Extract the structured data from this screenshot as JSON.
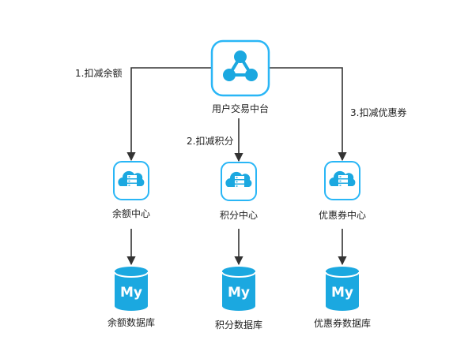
{
  "colors": {
    "accent": "#1BA8E0",
    "node_border": "#29B6F6",
    "node_fill": "#ffffff",
    "line": "#333333",
    "text": "#222222"
  },
  "hub": {
    "label": "用户交易中台",
    "icon": "network-share-icon"
  },
  "edges": {
    "left_label": "1.扣减余额",
    "middle_label": "2.扣减积分",
    "right_label": "3.扣减优惠券"
  },
  "services": [
    {
      "label": "余额中心",
      "icon": "cloud-server-icon"
    },
    {
      "label": "积分中心",
      "icon": "cloud-server-icon"
    },
    {
      "label": "优惠券中心",
      "icon": "cloud-server-icon"
    }
  ],
  "databases": [
    {
      "label": "余额数据库",
      "icon_text": "My",
      "icon": "mysql-icon"
    },
    {
      "label": "积分数据库",
      "icon_text": "My",
      "icon": "mysql-icon"
    },
    {
      "label": "优惠券数据库",
      "icon_text": "My",
      "icon": "mysql-icon"
    }
  ]
}
